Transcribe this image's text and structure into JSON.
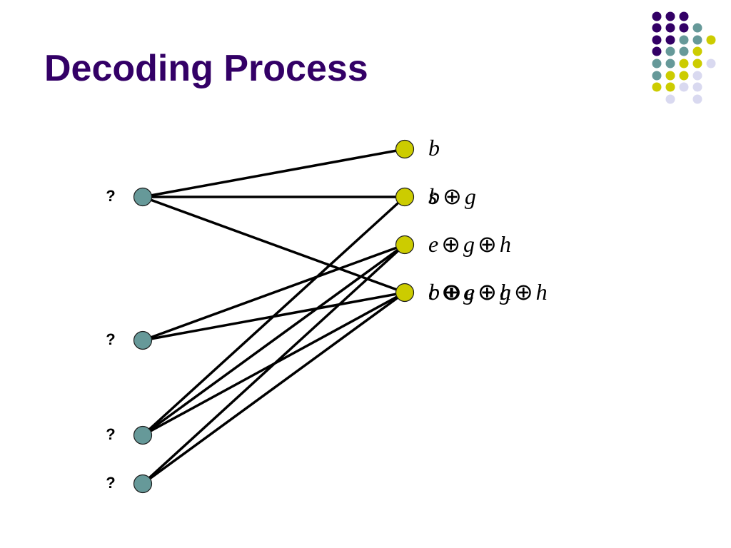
{
  "slide": {
    "title": "Decoding Process"
  },
  "colors": {
    "title": "#330066",
    "source_node": "#669999",
    "check_node": "#cccc00",
    "edge": "#000000",
    "dot_purple": "#330066",
    "dot_teal": "#669999",
    "dot_yellow": "#cccc00",
    "dot_lavender": "#d9d9f0"
  },
  "diagram": {
    "source_nodes": [
      {
        "id": "s0",
        "label": "?"
      },
      {
        "id": "s1",
        "label": "?"
      },
      {
        "id": "s2",
        "label": "?"
      },
      {
        "id": "s3",
        "label": "?"
      }
    ],
    "check_nodes": [
      {
        "id": "c0",
        "layers": [
          [
            "b"
          ]
        ]
      },
      {
        "id": "c1",
        "layers": [
          [
            "b",
            "⊕",
            "g"
          ],
          [
            "s"
          ]
        ]
      },
      {
        "id": "c2",
        "layers": [
          [
            "e",
            "⊕",
            "g",
            "⊕",
            "h"
          ]
        ]
      },
      {
        "id": "c3",
        "layers": [
          [
            "b",
            "⊕",
            "e",
            "⊕",
            "g",
            "⊕",
            "h"
          ],
          [
            "c",
            "⊕",
            "g",
            "⊕",
            "h"
          ]
        ]
      }
    ],
    "edges": [
      [
        "s0",
        "c0"
      ],
      [
        "s0",
        "c1"
      ],
      [
        "s0",
        "c3"
      ],
      [
        "s1",
        "c2"
      ],
      [
        "s1",
        "c3"
      ],
      [
        "s2",
        "c1"
      ],
      [
        "s2",
        "c2"
      ],
      [
        "s2",
        "c3"
      ],
      [
        "s3",
        "c2"
      ],
      [
        "s3",
        "c3"
      ]
    ]
  }
}
